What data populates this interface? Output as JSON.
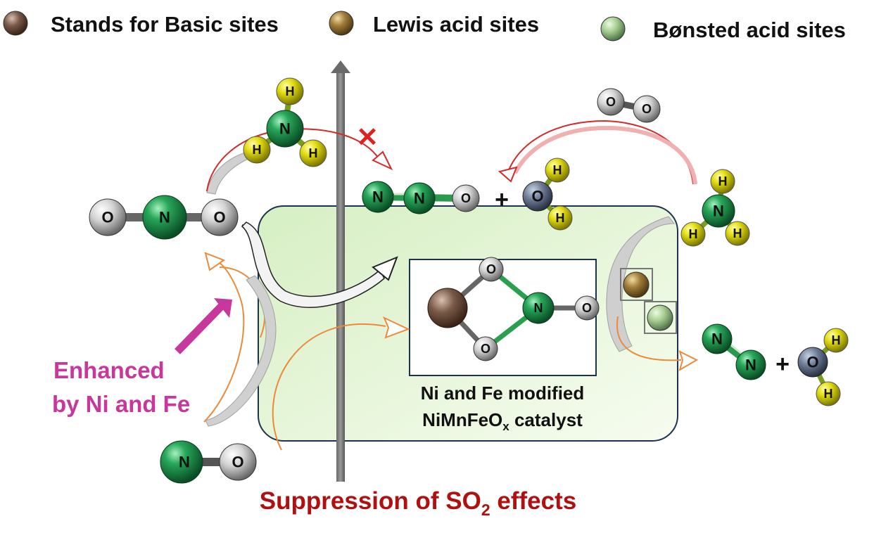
{
  "legend": {
    "basic": "Stands for Basic sites",
    "lewis": "Lewis acid sites",
    "bronsted": "Bønsted acid sites"
  },
  "colors": {
    "basic_site": "#7a5a48",
    "lewis_site": "#a07c3a",
    "bronsted_site": "#a9cf94",
    "nitrogen": "#1a8f4a",
    "hydrogen": "#e0dc10",
    "oxygen": "#d8d8d8",
    "water_oxygen": "#6f7d96",
    "catalyst_box": "#e3f3d6",
    "enhanced_text": "#c8379b",
    "suppression_text": "#b01010",
    "red_arrow": "#d42a2a",
    "orange_arrow": "#ec8a3a"
  },
  "atoms": {
    "N": "N",
    "H": "H",
    "O": "O",
    "plus": "+"
  },
  "catalyst": {
    "line1": "Ni and Fe modified",
    "line2_main": "NiMnFeO",
    "line2_sub": "x",
    "line2_end": " catalyst"
  },
  "enhanced": {
    "line1": "Enhanced",
    "line2": "by Ni and Fe"
  },
  "suppression": {
    "main": "Suppression of SO",
    "sub": "2",
    "end": " effects"
  },
  "blocked_mark": "✕"
}
